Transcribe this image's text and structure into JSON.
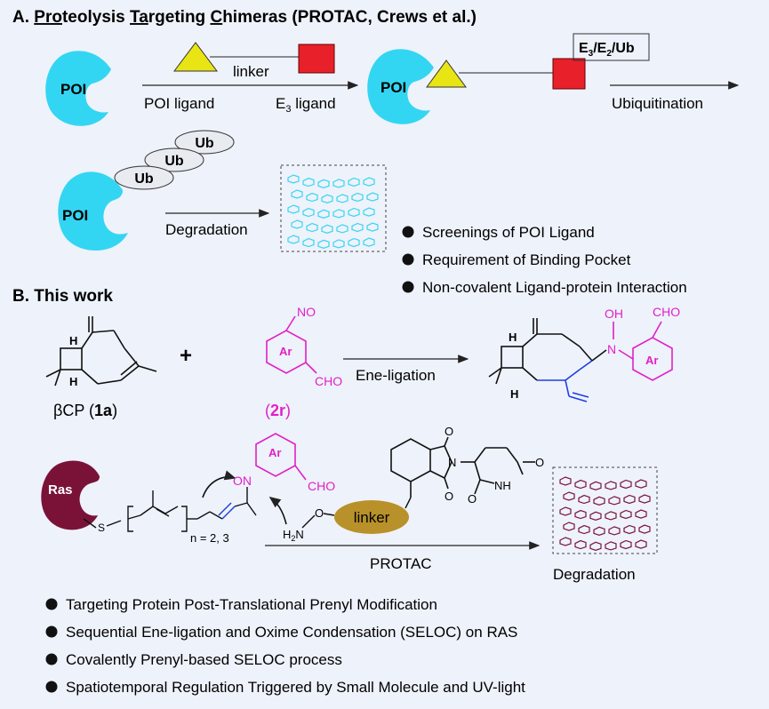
{
  "section_a": {
    "title_prefix": "A. ",
    "w1_u": "Pro",
    "w1_r": "teolysis ",
    "w2_u": "Ta",
    "w2_r": "rgeting ",
    "w3_u": "C",
    "w3_r": "himeras (PROTAC, Crews et al.)"
  },
  "poi_label": "POI",
  "linker_label": "linker",
  "poi_ligand_label": "POI ligand",
  "e3_ligand_main": "E",
  "e3_ligand_sub": "3",
  "e3_ligand_rest": " ligand",
  "complex_box": {
    "e": "E",
    "s1": "3",
    "mid": "/E",
    "s2": "2",
    "rest": "/Ub"
  },
  "ubiquitination_label": "Ubiquitination",
  "ub_label": "Ub",
  "degradation_label": "Degradation",
  "bullets_a": [
    "Screenings of POI Ligand",
    "Requirement of Binding Pocket",
    "Non-covalent Ligand-protein Interaction"
  ],
  "section_b_title": "B. This work",
  "bcp": {
    "prefix": "βCP (",
    "bold": "1a",
    "suffix": ")"
  },
  "plus": "+",
  "compound_2r": {
    "prefix": "(",
    "bold": "2r",
    "suffix": ")"
  },
  "ene_ligation_label": "Ene-ligation",
  "chem": {
    "ar": "Ar",
    "no": "NO",
    "cho": "CHO",
    "oh": "OH",
    "n": "N",
    "h": "H",
    "on": "ON",
    "o": "O",
    "s": "S",
    "nh": "NH",
    "h2n": "H",
    "h2n_sub": "2",
    "h2n_n": "N"
  },
  "ras_label": "Ras",
  "n_label": "n = 2, 3",
  "protac_label": "PROTAC",
  "bullets_b": [
    "Targeting Protein Post-Translational Prenyl Modification",
    "Sequential Ene-ligation and Oxime Condensation (SELOC) on RAS",
    "Covalently Prenyl-based SELOC process",
    "Spatiotemporal Regulation Triggered by Small Molecule and UV-light"
  ],
  "colors": {
    "poi": "#33d6f2",
    "ligand_yellow": "#e9e414",
    "e3_red": "#e8202a",
    "magenta": "#e020c8",
    "ras": "#7a1238",
    "linker": "#b8912a",
    "blue": "#1d3ee0",
    "bg": "#eef2fb"
  }
}
